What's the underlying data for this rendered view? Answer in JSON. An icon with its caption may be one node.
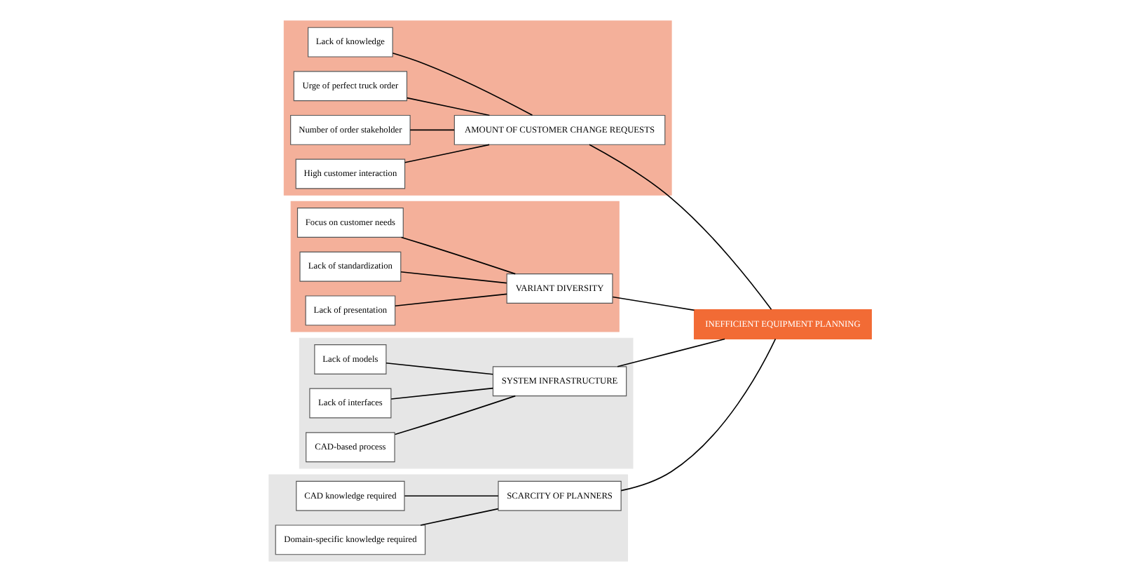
{
  "diagram": {
    "nodes": [
      {
        "text": [],
        "shape": "band"
      },
      {
        "text": [
          "SCARCITY OF PLANNERS"
        ],
        "in": 0
      },
      {
        "text": [
          "CAD knowledge required"
        ],
        "in": 0
      },
      {
        "text": [
          "Domain-specific knowledge required"
        ],
        "in": 0
      },
      {
        "text": [],
        "shape": "band"
      },
      {
        "text": [
          "AMOUNT OF CUSTOMER CHANGE REQUESTS"
        ],
        "in": 4
      },
      {
        "text": [
          "Lack of knowledge"
        ],
        "in": 4
      },
      {
        "text": [
          "Urge of perfect truck order"
        ],
        "in": 4
      },
      {
        "text": [
          "Number of order stakeholder"
        ],
        "in": 4
      },
      {
        "text": [
          "High customer interaction"
        ],
        "in": 4
      },
      {
        "text": [],
        "shape": "band"
      },
      {
        "text": [
          "Focus on customer needs"
        ],
        "in": 10
      },
      {
        "text": [
          "Lack of standardization"
        ],
        "in": 10
      },
      {
        "text": [
          "Lack of presentation"
        ],
        "in": 10
      },
      {
        "text": [
          "VARIANT DIVERSITY"
        ],
        "in": 10
      },
      {
        "text": [],
        "shape": "band"
      },
      {
        "text": [
          "Lack of models"
        ],
        "in": 15
      },
      {
        "text": [
          "Lack of interfaces"
        ],
        "in": 15
      },
      {
        "text": [
          "CAD-based process"
        ],
        "in": 15
      },
      {
        "text": [
          "SYSTEM INFRASTRUCTURE"
        ],
        "in": 15
      },
      {
        "text": [
          "INEFFICIENT EQUIPMENT PLANNING"
        ]
      }
    ],
    "edges": [
      {
        "from": 2,
        "to": 1,
        "arrow": "none"
      },
      {
        "from": 3,
        "to": 1,
        "arrow": "none"
      },
      {
        "from": 1,
        "to": 20,
        "arrow": "none"
      },
      {
        "from": 6,
        "to": 5,
        "arrow": "none"
      },
      {
        "from": 7,
        "to": 5,
        "arrow": "none"
      },
      {
        "from": 8,
        "to": 5,
        "arrow": "none"
      },
      {
        "from": 9,
        "to": 5,
        "arrow": "none"
      },
      {
        "from": 5,
        "to": 20,
        "arrow": "none"
      },
      {
        "from": 11,
        "to": 14,
        "arrow": "none"
      },
      {
        "from": 12,
        "to": 14,
        "arrow": "none"
      },
      {
        "from": 13,
        "to": 14,
        "arrow": "none"
      },
      {
        "from": 14,
        "to": 20,
        "arrow": "none"
      },
      {
        "from": 16,
        "to": 19,
        "arrow": "none"
      },
      {
        "from": 17,
        "to": 19,
        "arrow": "none"
      },
      {
        "from": 18,
        "to": 19,
        "arrow": "none"
      },
      {
        "from": 19,
        "to": 20,
        "arrow": "none"
      }
    ]
  }
}
